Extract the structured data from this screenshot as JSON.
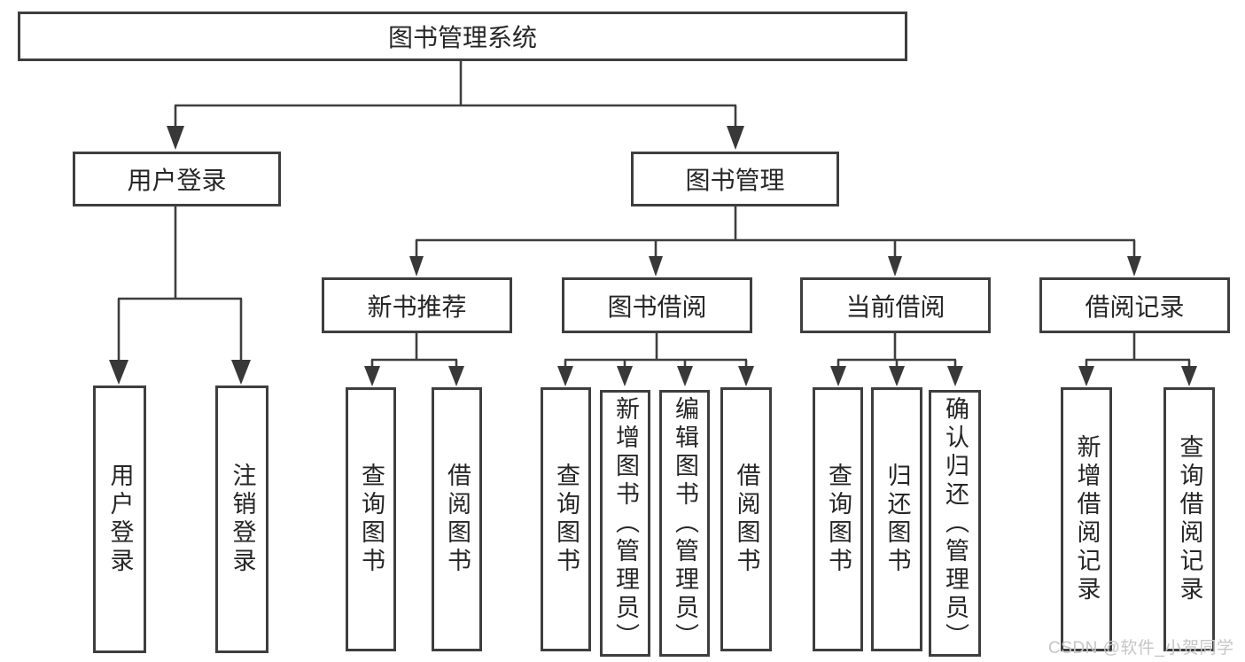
{
  "diagram": {
    "type": "hierarchy",
    "root": {
      "label": "图书管理系统"
    },
    "branches": [
      {
        "label": "用户登录",
        "children": [
          "用户登录",
          "注销登录"
        ]
      },
      {
        "label": "图书管理",
        "children": [
          {
            "label": "新书推荐",
            "children": [
              "查询图书",
              "借阅图书"
            ]
          },
          {
            "label": "图书借阅",
            "children": [
              "查询图书",
              "新增图书（管理员）",
              "编辑图书（管理员）",
              "借阅图书"
            ]
          },
          {
            "label": "当前借阅",
            "children": [
              "查询图书",
              "归还图书",
              "确认归还（管理员）"
            ]
          },
          {
            "label": "借阅记录",
            "children": [
              "新增借阅记录",
              "查询借阅记录"
            ]
          }
        ]
      }
    ],
    "watermark": "CSDN @软件_小贺同学",
    "colors": {
      "line": "#3e3e3e",
      "text": "#262626",
      "watermark": "#c6c6c6",
      "background": "#ffffff"
    }
  }
}
